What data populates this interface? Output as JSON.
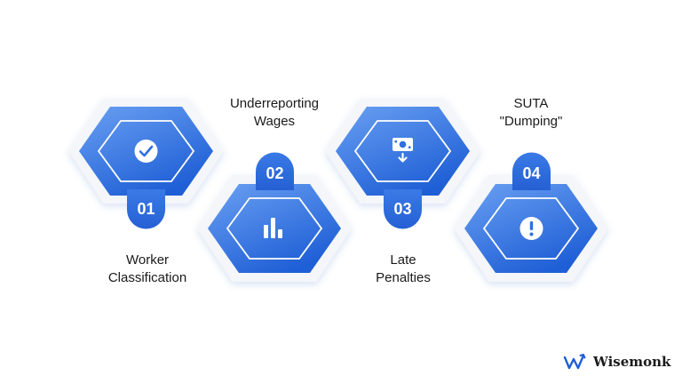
{
  "steps": [
    {
      "number": "01",
      "label_lines": [
        "Worker",
        "Classification"
      ],
      "icon": "check-circle-icon"
    },
    {
      "number": "02",
      "label_lines": [
        "Underreporting",
        "Wages"
      ],
      "icon": "bar-chart-icon"
    },
    {
      "number": "03",
      "label_lines": [
        "Late",
        "Penalties"
      ],
      "icon": "money-down-icon"
    },
    {
      "number": "04",
      "label_lines": [
        "SUTA",
        "\"Dumping\""
      ],
      "icon": "exclamation-circle-icon"
    }
  ],
  "brand": {
    "name": "Wisemonk",
    "icon": "wisemonk-logo"
  },
  "colors": {
    "hex_dark": "#1f5fd6",
    "hex_light": "#6aa0f2",
    "badge": "#2f6fe0",
    "text": "#1a1a1a"
  }
}
